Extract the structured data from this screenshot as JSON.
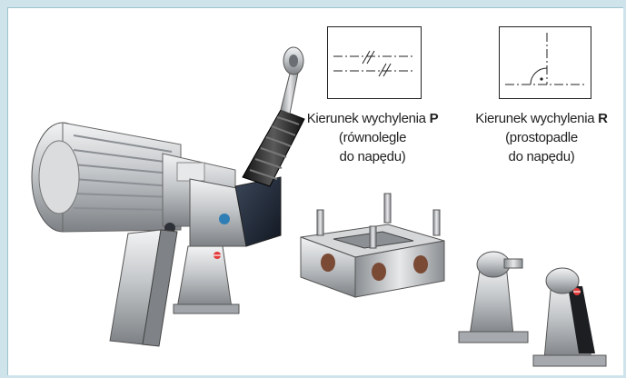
{
  "labels": {
    "p": {
      "prefix": "Kierunek wychylenia ",
      "letter": "P",
      "line2": "(równolegle",
      "line3": "do napędu)"
    },
    "r": {
      "prefix": "Kierunek wychylenia ",
      "letter": "R",
      "line2": "(prostopadle",
      "line3": "do napędu)"
    }
  },
  "colors": {
    "frame": "#cfe4ea",
    "bellows": "#2a2a2a",
    "steel": "#b9bcbf",
    "dark_plate": "#1f2a3a",
    "accent": "#e23a3a"
  }
}
